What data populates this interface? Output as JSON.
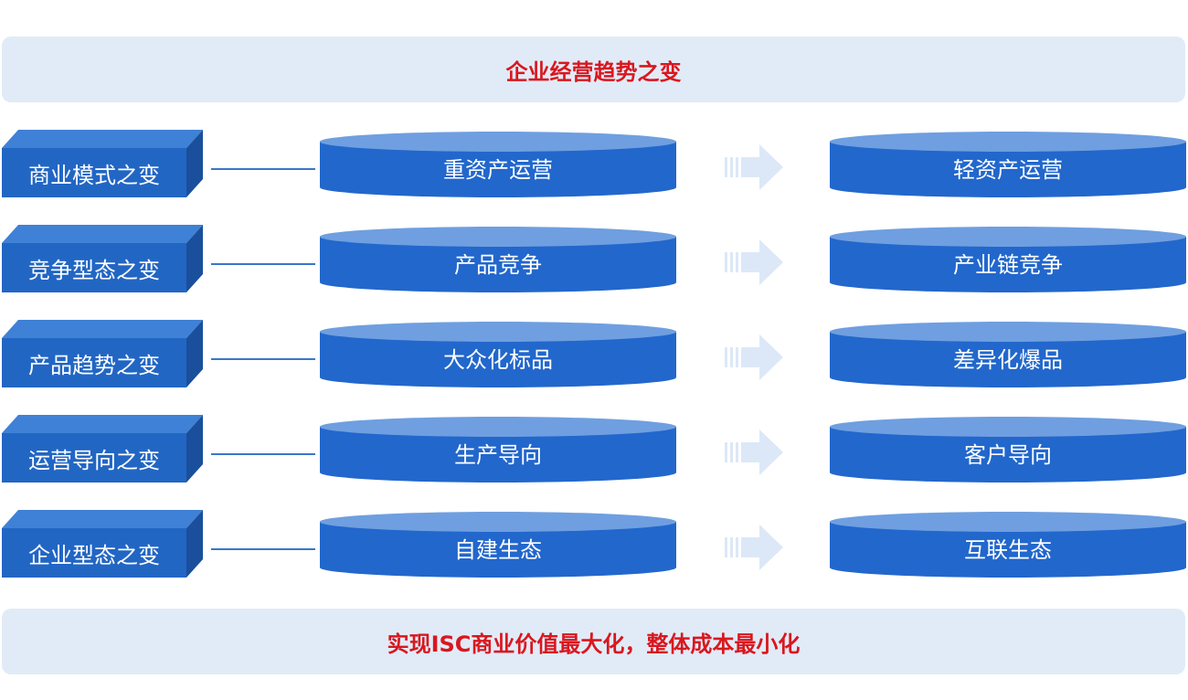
{
  "title": "企业经营趋势之变",
  "footer": "实现ISC商业价值最大化，整体成本最小化",
  "colors": {
    "banner_bg": "#e1ebf7",
    "banner_text": "#d9171f",
    "box_front": "#2266c4",
    "box_top": "#3f81d6",
    "box_side": "#1a4f9c",
    "disc_body": "#2267cc",
    "disc_top": "#6f9fe0",
    "connector": "#3a76c9",
    "arrow": "#dce8f7"
  },
  "rows": [
    {
      "category": "商业模式之变",
      "from": "重资产运营",
      "to": "轻资产运营"
    },
    {
      "category": "竞争型态之变",
      "from": "产品竞争",
      "to": "产业链竞争"
    },
    {
      "category": "产品趋势之变",
      "from": "大众化标品",
      "to": "差异化爆品"
    },
    {
      "category": "运营导向之变",
      "from": "生产导向",
      "to": "客户导向"
    },
    {
      "category": "企业型态之变",
      "from": "自建生态",
      "to": "互联生态"
    }
  ]
}
